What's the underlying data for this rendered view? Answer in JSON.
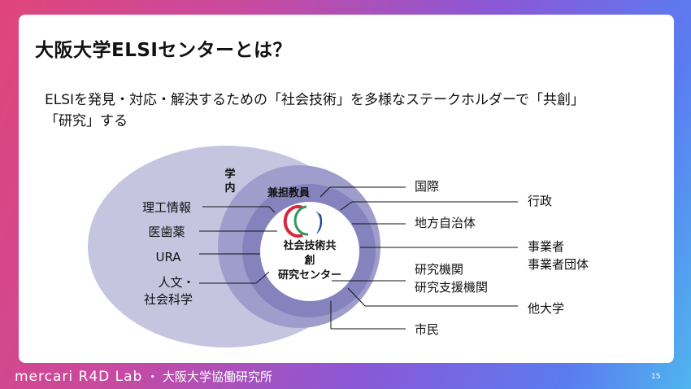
{
  "slide": {
    "title": "大阪大学ELSIセンターとは？",
    "lead_line1": "ELSIを発見・対応・解決するための「社会技術」を多様なステークホルダーで「共創」",
    "lead_line2": "「研究」する"
  },
  "diagram": {
    "inner_label_line1": "学",
    "inner_label_line2": "内",
    "faculty_label": "兼担教員",
    "center_line1": "社会技術共",
    "center_line2": "創",
    "center_line3": "研究センター",
    "left": [
      {
        "line1": "理工情報"
      },
      {
        "line1": "医歯薬"
      },
      {
        "line1": "URA"
      },
      {
        "line1": "人文・",
        "line2": "社会科学"
      }
    ],
    "right": [
      {
        "line1": "国際"
      },
      {
        "line1": "行政"
      },
      {
        "line1": "地方自治体"
      },
      {
        "line1": "事業者",
        "line2": "事業者団体"
      },
      {
        "line1": "研究機関",
        "line2": "研究支援機関"
      },
      {
        "line1": "他大学"
      },
      {
        "line1": "市民"
      }
    ],
    "colors": {
      "outer_ellipse": "#c6c5e0",
      "middle_circle": "#9f9dcc",
      "inner_circle": "#8583bd",
      "logo_red": "#d8263a",
      "logo_green": "#2e9b57",
      "logo_blue": "#1e4a9c"
    }
  },
  "footer": {
    "brand": "mercari R4D Lab",
    "separator": "・",
    "org": "大阪大学協働研究所",
    "page": "15"
  }
}
